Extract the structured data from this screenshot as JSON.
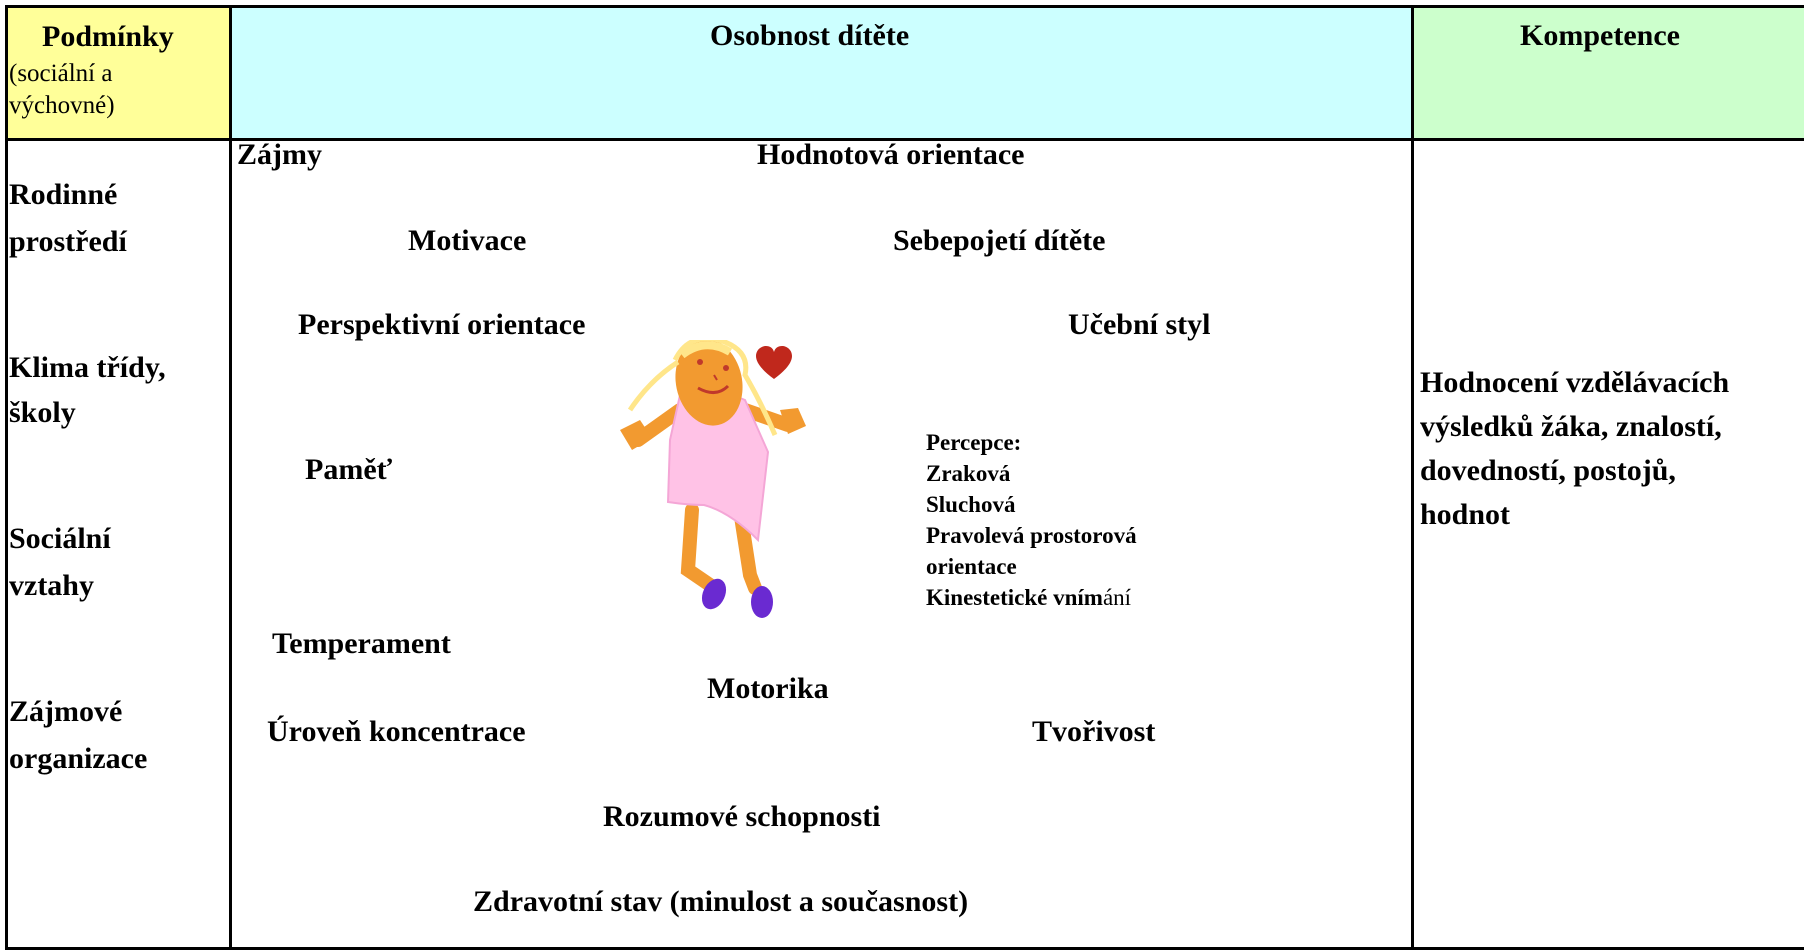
{
  "header": {
    "conditions_title": "Podmínky",
    "conditions_sub_1": "(sociální a",
    "conditions_sub_2": "výchovné)",
    "personality_title": "Osobnost dítěte",
    "competence_title": "Kompetence"
  },
  "conditions": {
    "family_1": "Rodinné",
    "family_2": "prostředí",
    "climate_1": "Klima třídy,",
    "climate_2": "školy",
    "social_1": "Sociální",
    "social_2": "vztahy",
    "org_1": "Zájmové",
    "org_2": "organizace"
  },
  "personality": {
    "interests": "Zájmy",
    "value_orientation": "Hodnotová orientace",
    "motivation": "Motivace",
    "self_concept": "Sebepojetí dítěte",
    "perspective": "Perspektivní orientace",
    "learning_style": "Učební styl",
    "memory": "Paměť",
    "perception_title": "Percepce:",
    "perception_visual": "Zraková",
    "perception_auditory": "Sluchová",
    "perception_lr_1": "Pravolevá prostorová",
    "perception_lr_2": "orientace",
    "perception_kin_bold": "Kinestetické vním",
    "perception_kin_normal": "ání",
    "temperament": "Temperament",
    "motor": "Motorika",
    "concentration": "Úroveň koncentrace",
    "creativity": "Tvořivost",
    "intellect": "Rozumové schopnosti",
    "health": "Zdravotní stav (minulost a současnost)"
  },
  "competence": {
    "line_1": "Hodnocení vzdělávacích",
    "line_2": "výsledků žáka, znalostí,",
    "line_3": "dovedností, postojů,",
    "line_4": "hodnot"
  },
  "colors": {
    "conditions_header": "#ffff99",
    "personality_header": "#ccffff",
    "competence_header": "#ccffcc"
  },
  "icons": [
    "child-drawing-icon",
    "heart-icon"
  ]
}
